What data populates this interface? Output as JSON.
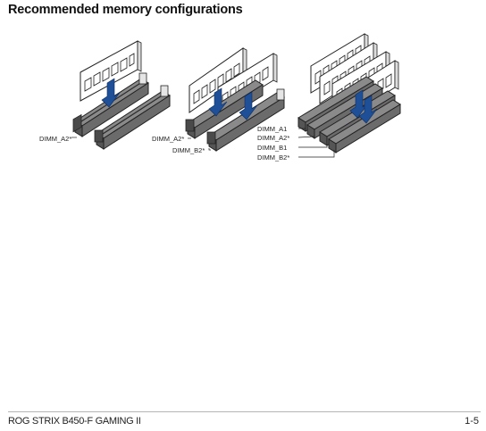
{
  "section": {
    "heading": "Recommended memory configurations"
  },
  "configs": [
    {
      "labels": [
        "DIMM_A2*"
      ]
    },
    {
      "labels": [
        "DIMM_A2*",
        "DIMM_B2*"
      ]
    },
    {
      "labels": [
        "DIMM_A1",
        "DIMM_A2*",
        "DIMM_B1",
        "DIMM_B2*"
      ]
    }
  ],
  "footer": {
    "product": "ROG STRIX B450-F GAMING II",
    "page": "1-5"
  },
  "colors": {
    "arrow": "#1f4f96",
    "slot": "#6b6b6b",
    "slot_dark": "#3d3d3d"
  }
}
